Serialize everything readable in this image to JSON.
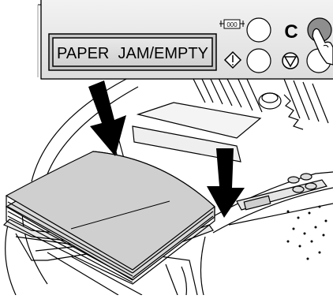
{
  "panel": {
    "display_text": "PAPER  JAM/EMPTY",
    "counter_symbol": "000",
    "clear_key_label": "C"
  },
  "arrows": {
    "count": 2,
    "meaning": "load-paper"
  },
  "icons": {
    "counter": "counter-reset-icon",
    "clear": "clear-key-icon",
    "start": "start-diamond-icon",
    "stop": "stop-triangle-icon",
    "hand": "pointing-hand-icon"
  }
}
